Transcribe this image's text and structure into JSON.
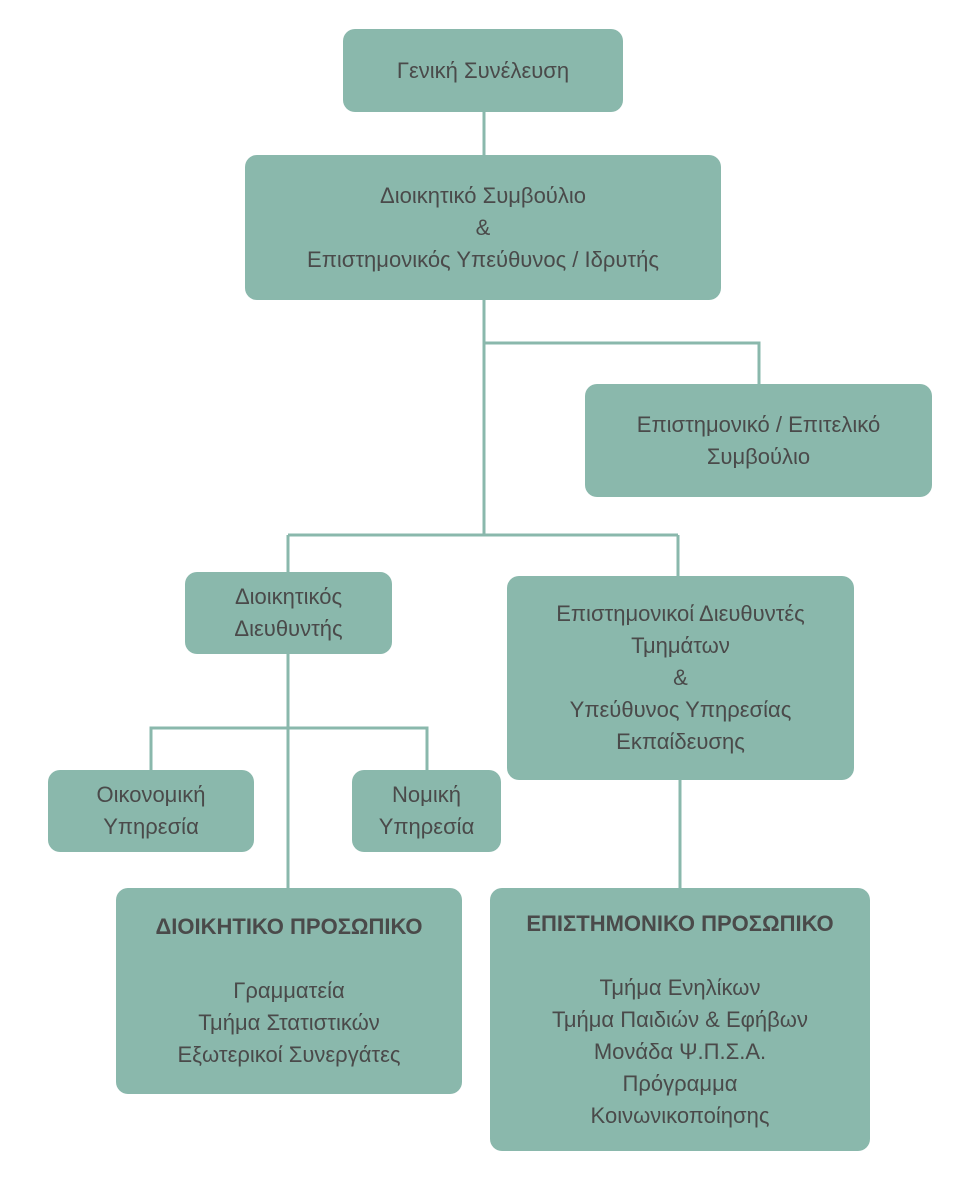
{
  "nodes": {
    "general_assembly": {
      "lines": [
        "Γενική Συνέλευση"
      ]
    },
    "board": {
      "lines": [
        "Διοικητικό Συμβούλιο",
        "&",
        "Επιστημονικός Υπεύθυνος / Ιδρυτής"
      ]
    },
    "scientific_board": {
      "lines": [
        "Επιστημονικό / Επιτελικό",
        "Συμβούλιο"
      ]
    },
    "admin_director": {
      "lines": [
        "Διοικητικός",
        "Διευθυντής"
      ]
    },
    "scientific_directors": {
      "lines": [
        "Επιστημονικοί Διευθυντές",
        "Τμημάτων",
        "&",
        "Υπεύθυνος Υπηρεσίας",
        "Εκπαίδευσης"
      ]
    },
    "finance": {
      "lines": [
        "Οικονομική",
        "Υπηρεσία"
      ]
    },
    "legal": {
      "lines": [
        "Νομική",
        "Υπηρεσία"
      ]
    },
    "admin_staff": {
      "heading": "ΔΙΟΙΚΗΤΙΚΟ ΠΡΟΣΩΠΙΚΟ",
      "lines": [
        "Γραμματεία",
        "Τμήμα Στατιστικών",
        "Εξωτερικοί Συνεργάτες"
      ]
    },
    "scientific_staff": {
      "heading": "ΕΠΙΣΤΗΜΟΝΙΚΟ ΠΡΟΣΩΠΙΚΟ",
      "lines": [
        "Τμήμα Ενηλίκων",
        "Τμήμα Παιδιών & Εφήβων",
        "Μονάδα Ψ.Π.Σ.Α.",
        "Πρόγραμμα",
        "Κοινωνικοποίησης"
      ]
    }
  },
  "colors": {
    "node_fill": "#8ab8ac",
    "connector": "#8ab8ac",
    "text": "#4a4a4a"
  }
}
